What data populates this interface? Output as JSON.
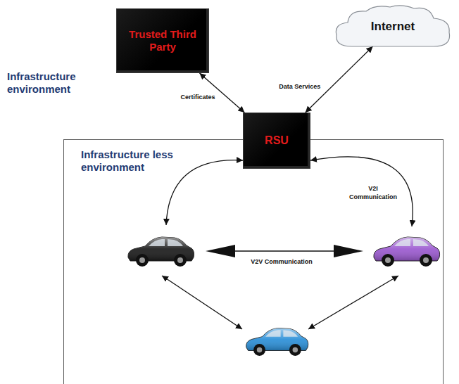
{
  "diagram": {
    "nodes": [
      {
        "text": [
          "Trusted Third Party"
        ]
      },
      {
        "text": [
          "Internet"
        ]
      },
      {
        "text": [
          "RSU"
        ]
      },
      {
        "text": [
          "Infrastructure less environment"
        ]
      }
    ],
    "edges": [
      {
        "from": 0,
        "to": 2,
        "label": "Certificates",
        "arrow": "both"
      },
      {
        "from": 1,
        "to": 2,
        "label": "Data Services",
        "arrow": "both"
      }
    ],
    "labels": [
      "Infrastructure environment",
      "V2I Communication",
      "V2V Communication"
    ]
  }
}
